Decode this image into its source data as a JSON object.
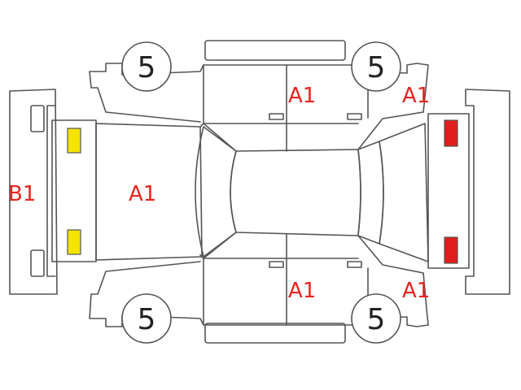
{
  "diagram": {
    "colors": {
      "line": "#555555",
      "code_text": "#e8241e",
      "front_lamp": "#f5e400",
      "rear_lamp": "#e01e1e"
    },
    "wheels": {
      "front_left": "5",
      "rear_left": "5",
      "front_right": "5",
      "rear_right": "5"
    },
    "damage_codes": {
      "front_bumper": "B1",
      "hood": "A1",
      "left_rear_door": "A1",
      "left_rear_fender": "A1",
      "right_rear_door": "A1",
      "right_rear_fender": "A1"
    }
  }
}
